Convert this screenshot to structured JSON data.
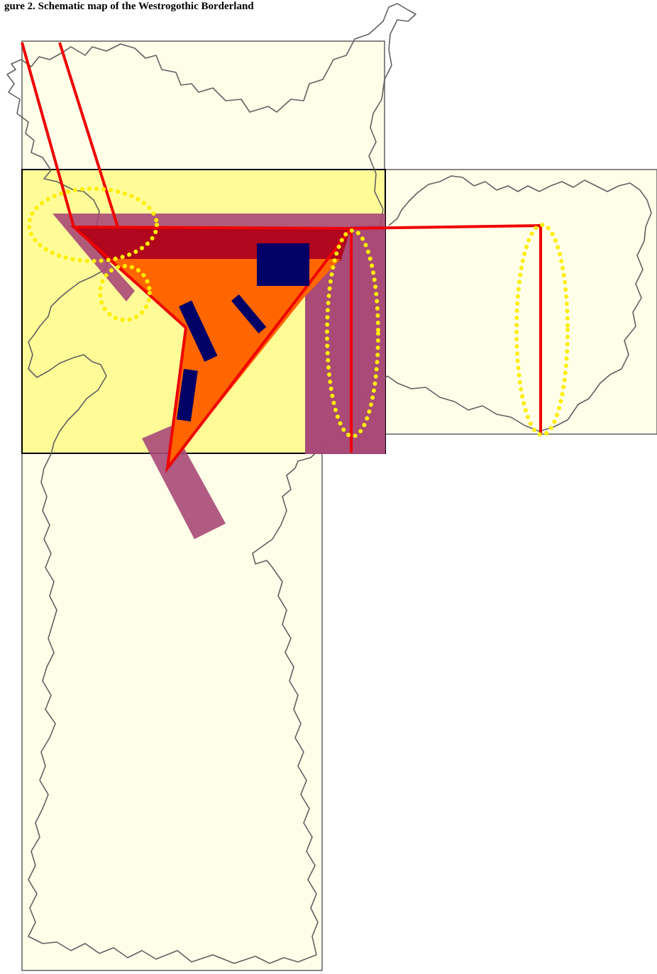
{
  "figure": {
    "caption": "gure 2. Schematic map of the Westrogothic Borderland"
  },
  "colors": {
    "background": "#ffffff",
    "map_fill": "#fffee9",
    "focus_fill": "#fffc98",
    "coastline": "#606060",
    "frame": "#000000",
    "route_line": "#ee0000",
    "mauve_zone": "#a84877",
    "dark_red_zone": "#b0061e",
    "orange_zone": "#ff6600",
    "navy_marker": "#000066",
    "highlight_ellipse": "#ffee00"
  },
  "legend_semantics": {
    "frames": [
      "north-map-frame",
      "south-map-frame",
      "east-map-frame",
      "focus-area-frame"
    ],
    "marker_style": "navy-rectangles",
    "highlight_style": "yellow-dotted-ellipses"
  }
}
